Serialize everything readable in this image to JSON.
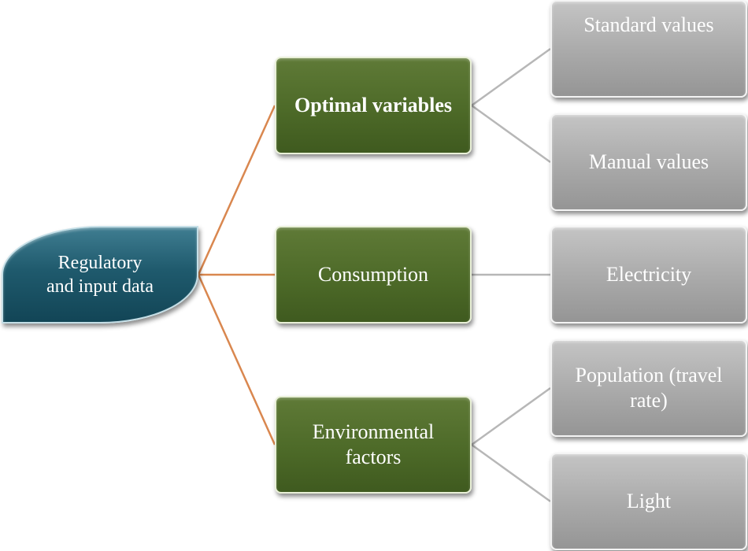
{
  "root": {
    "label_line1": "Regulatory",
    "label_line2": "and input data"
  },
  "categories": [
    {
      "id": "optimal",
      "label_line1": "Optimal variables",
      "label_line2": ""
    },
    {
      "id": "consumption",
      "label_line1": "Consumption",
      "label_line2": ""
    },
    {
      "id": "environmental",
      "label_line1": "Environmental",
      "label_line2": "factors"
    }
  ],
  "leaves": [
    {
      "id": "standard",
      "parent": "optimal",
      "label_line1": "Standard values",
      "label_line2": ""
    },
    {
      "id": "manual",
      "parent": "optimal",
      "label_line1": "Manual values",
      "label_line2": ""
    },
    {
      "id": "electricity",
      "parent": "consumption",
      "label_line1": "Electricity",
      "label_line2": ""
    },
    {
      "id": "population",
      "parent": "environmental",
      "label_line1": "Population (travel",
      "label_line2": "rate)"
    },
    {
      "id": "light",
      "parent": "environmental",
      "label_line1": "Light",
      "label_line2": ""
    }
  ],
  "colors": {
    "root_fill": "#1f5a6d",
    "category_fill": "#4d6a28",
    "leaf_fill": "#a9a9a9",
    "root_connector": "#d9874f",
    "leaf_connector": "#b7b7b7"
  }
}
